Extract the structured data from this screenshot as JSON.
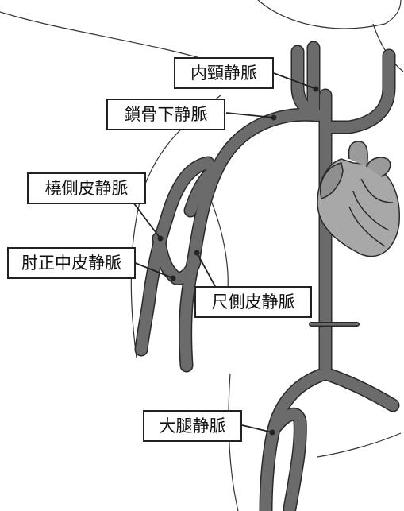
{
  "labels": {
    "internal_jugular": "内頸静脈",
    "subclavian": "鎖骨下静脈",
    "cephalic": "橈側皮静脈",
    "median_cubital": "肘正中皮静脈",
    "basilic": "尺側皮静脈",
    "great_saphenous": "大腿静脈"
  },
  "colors": {
    "vein": "#6b6b6b",
    "vein_outline": "#2a2a2a",
    "heart": "#a8a8a8",
    "outline": "#333333",
    "label_border": "#222222"
  }
}
